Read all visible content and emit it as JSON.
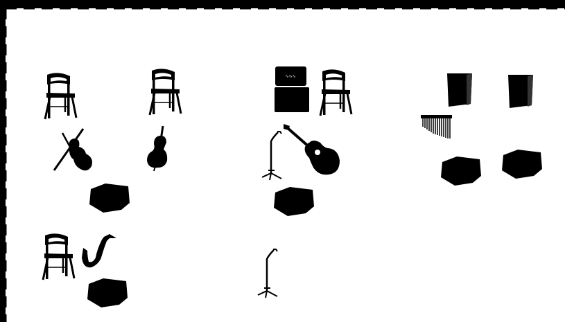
{
  "stage_plot": {
    "background_color": "#000000",
    "stage_color": "#ffffff",
    "edge_color": "#000000",
    "icon_color": "#000000",
    "items": [
      {
        "kind": "chair",
        "icon": "folding-chair-icon",
        "zone": "upstage-left"
      },
      {
        "kind": "chair",
        "icon": "folding-chair-icon",
        "zone": "upstage-left"
      },
      {
        "kind": "violin",
        "icon": "violin-icon",
        "zone": "upstage-left"
      },
      {
        "kind": "cello",
        "icon": "cello-icon",
        "zone": "upstage-left"
      },
      {
        "kind": "monitor-wedge",
        "icon": "monitor-wedge-icon",
        "zone": "upstage-left"
      },
      {
        "kind": "amplifier",
        "icon": "guitar-amp-icon",
        "zone": "upstage-center"
      },
      {
        "kind": "chair",
        "icon": "folding-chair-icon",
        "zone": "upstage-center"
      },
      {
        "kind": "mic-stand",
        "icon": "mic-stand-icon",
        "zone": "upstage-center"
      },
      {
        "kind": "acoustic-guitar",
        "icon": "acoustic-guitar-icon",
        "zone": "upstage-center"
      },
      {
        "kind": "monitor-wedge",
        "icon": "monitor-wedge-icon",
        "zone": "upstage-center"
      },
      {
        "kind": "cajon",
        "icon": "cajon-icon",
        "zone": "upstage-right"
      },
      {
        "kind": "cajon",
        "icon": "cajon-icon",
        "zone": "upstage-right"
      },
      {
        "kind": "chimes",
        "icon": "bar-chimes-icon",
        "zone": "upstage-right"
      },
      {
        "kind": "monitor-wedge",
        "icon": "monitor-wedge-icon",
        "zone": "upstage-right"
      },
      {
        "kind": "monitor-wedge",
        "icon": "monitor-wedge-icon",
        "zone": "upstage-right"
      },
      {
        "kind": "chair",
        "icon": "folding-chair-icon",
        "zone": "downstage-left"
      },
      {
        "kind": "saxophone",
        "icon": "saxophone-icon",
        "zone": "downstage-left"
      },
      {
        "kind": "monitor-wedge",
        "icon": "monitor-wedge-icon",
        "zone": "downstage-left"
      },
      {
        "kind": "mic-stand",
        "icon": "mic-stand-icon",
        "zone": "downstage-center"
      }
    ]
  }
}
